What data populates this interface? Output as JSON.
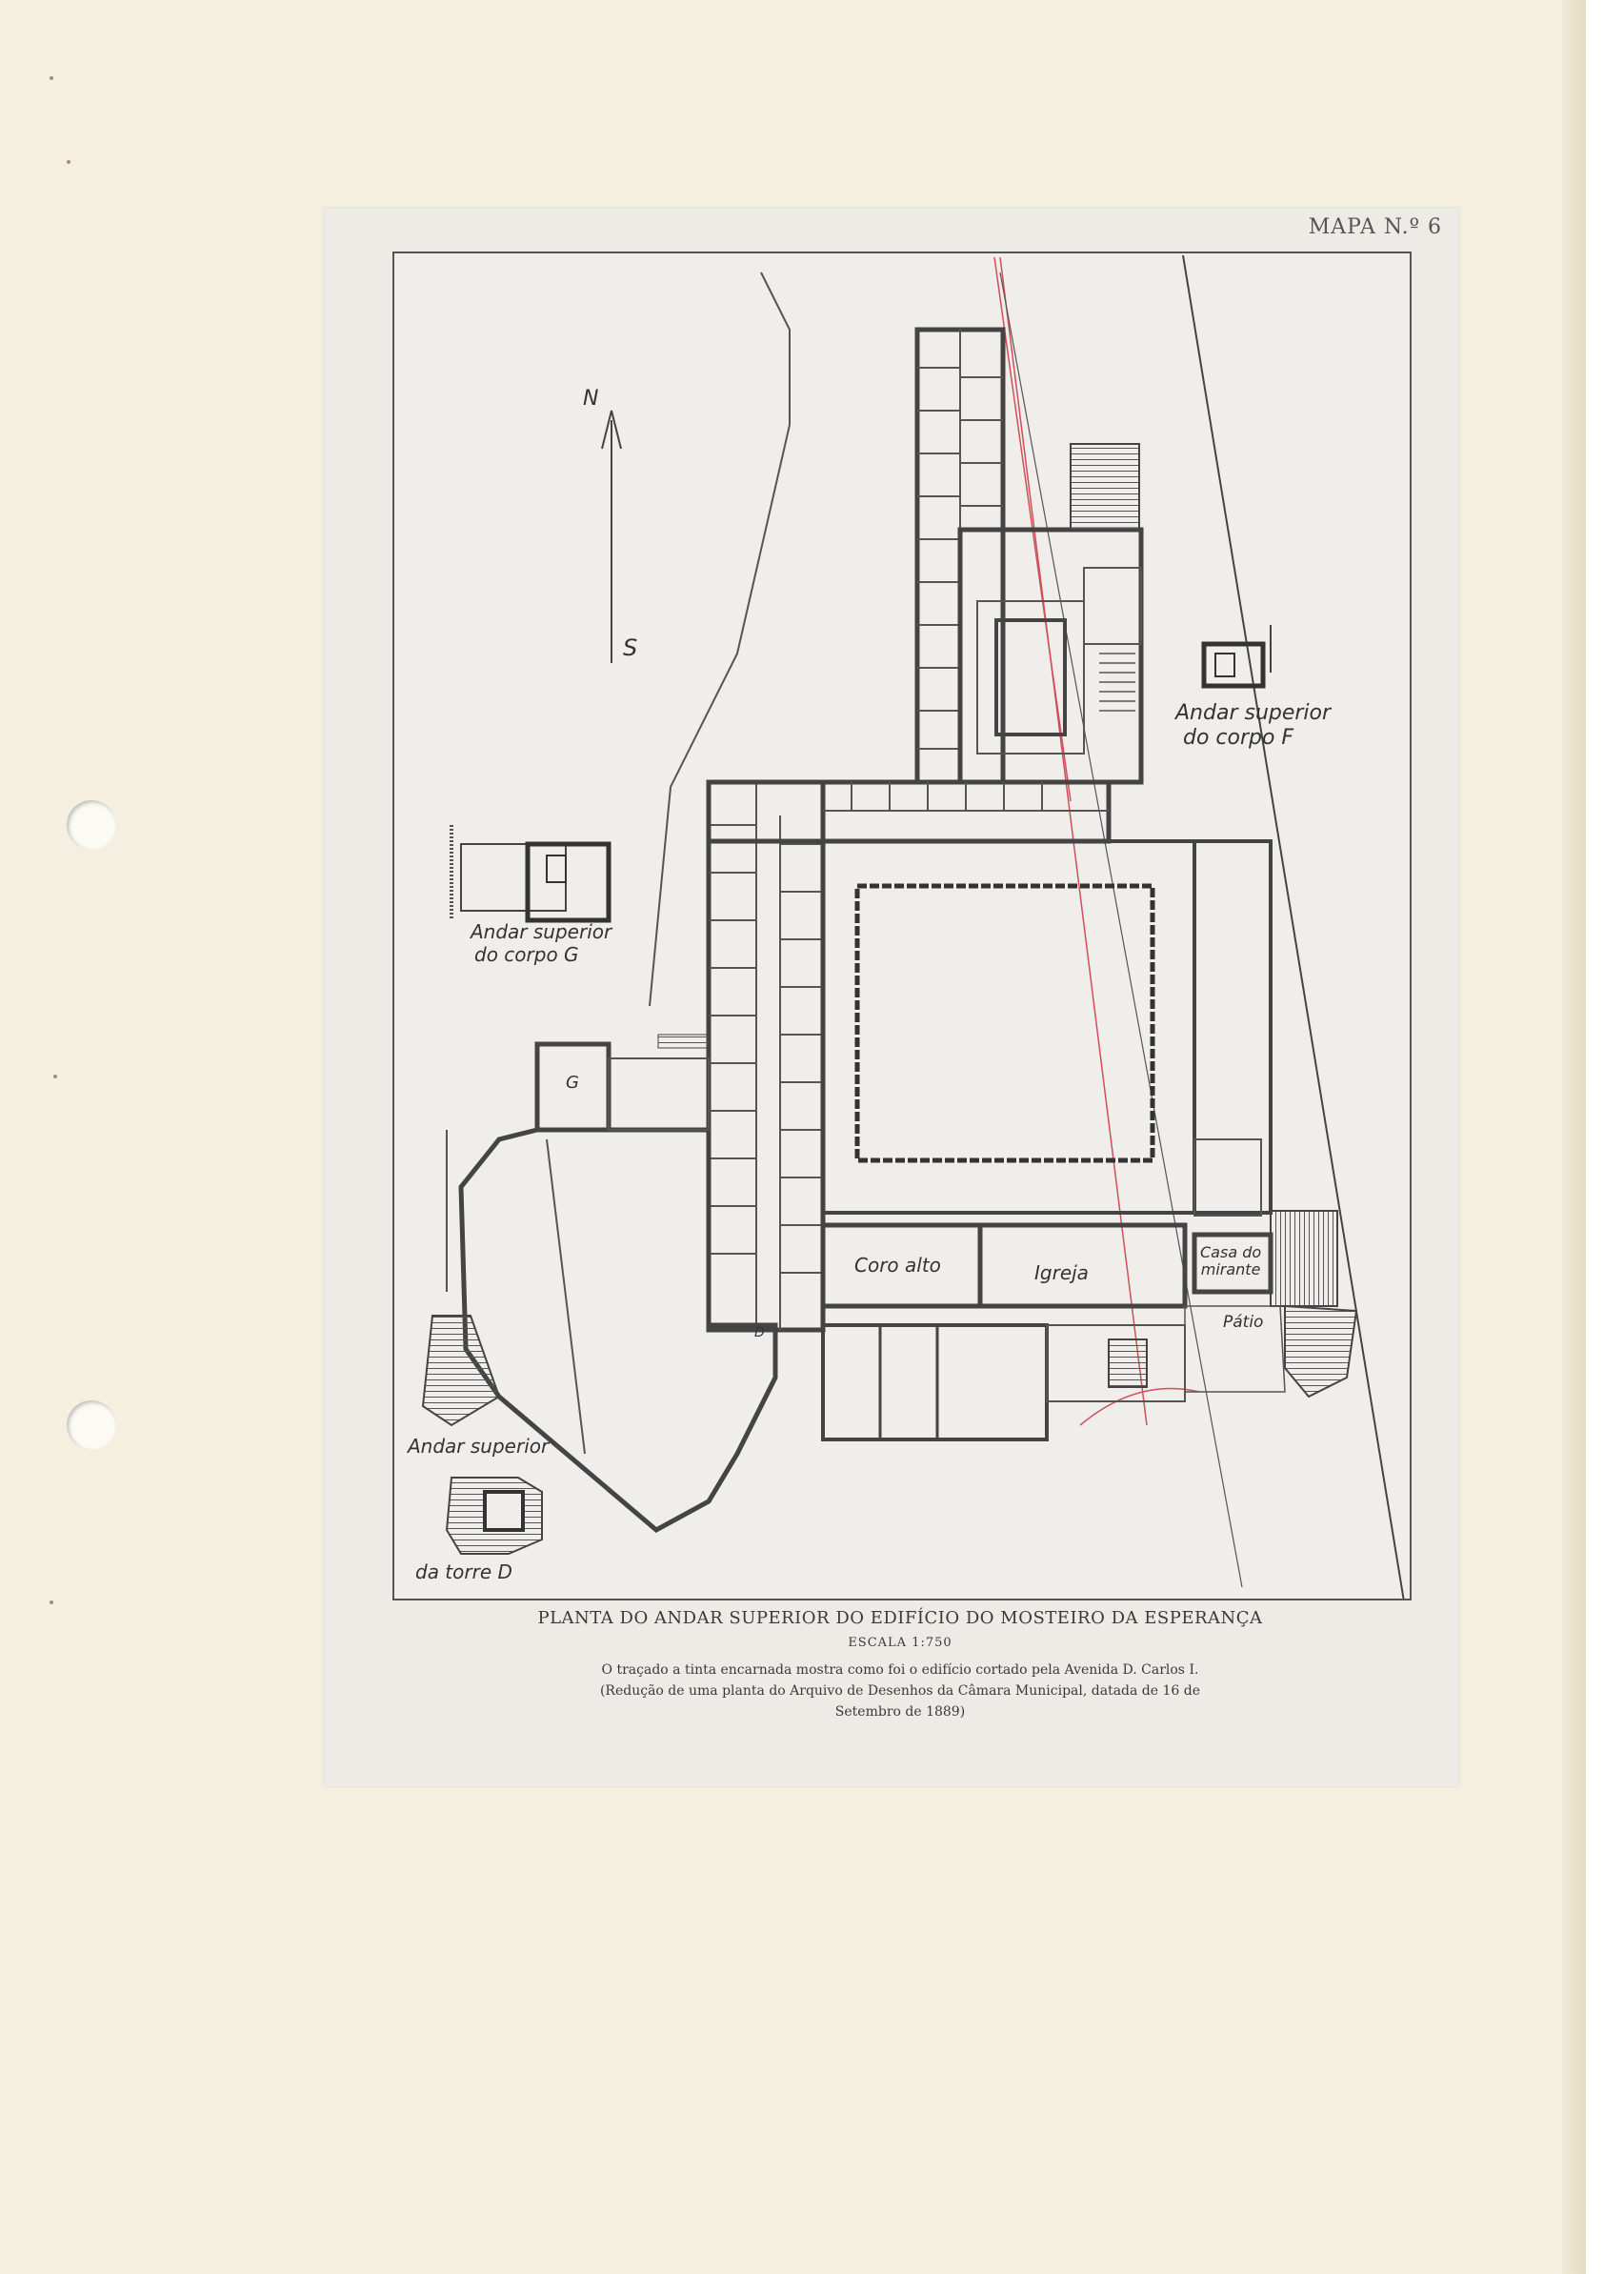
{
  "map_number": "MAPA N.º 6",
  "compass": {
    "north": "N",
    "south": "S"
  },
  "labels": {
    "andar_superior_corpo_f_1": "Andar superior",
    "andar_superior_corpo_f_2": "do corpo F",
    "andar_superior_corpo_g_1": "Andar superior",
    "andar_superior_corpo_g_2": "do corpo G",
    "corpo_g_letter": "G",
    "torre_d_letter": "D",
    "coro_alto": "Coro alto",
    "igreja": "Igreja",
    "casa_do_mirante_1": "Casa do",
    "casa_do_mirante_2": "mirante",
    "patio": "Pátio",
    "andar_superior_torre_d_1": "Andar superior",
    "andar_superior_torre_d_2": "da torre D"
  },
  "caption": {
    "title": "PLANTA DO ANDAR SUPERIOR DO EDIFÍCIO DO MOSTEIRO DA ESPERANÇA",
    "scale": "ESCALA 1:750",
    "note": "O traçado a tinta encarnada mostra como foi o edifício cortado pela Avenida D. Carlos I. (Redução de uma planta do Arquivo de Desenhos da Câmara Municipal, datada de 16 de Setembro de 1889)"
  },
  "colors": {
    "paper": "#f4efdf",
    "mount": "#ecebe6",
    "ink": "#4a4a4a",
    "red_ink": "#d0505a"
  }
}
